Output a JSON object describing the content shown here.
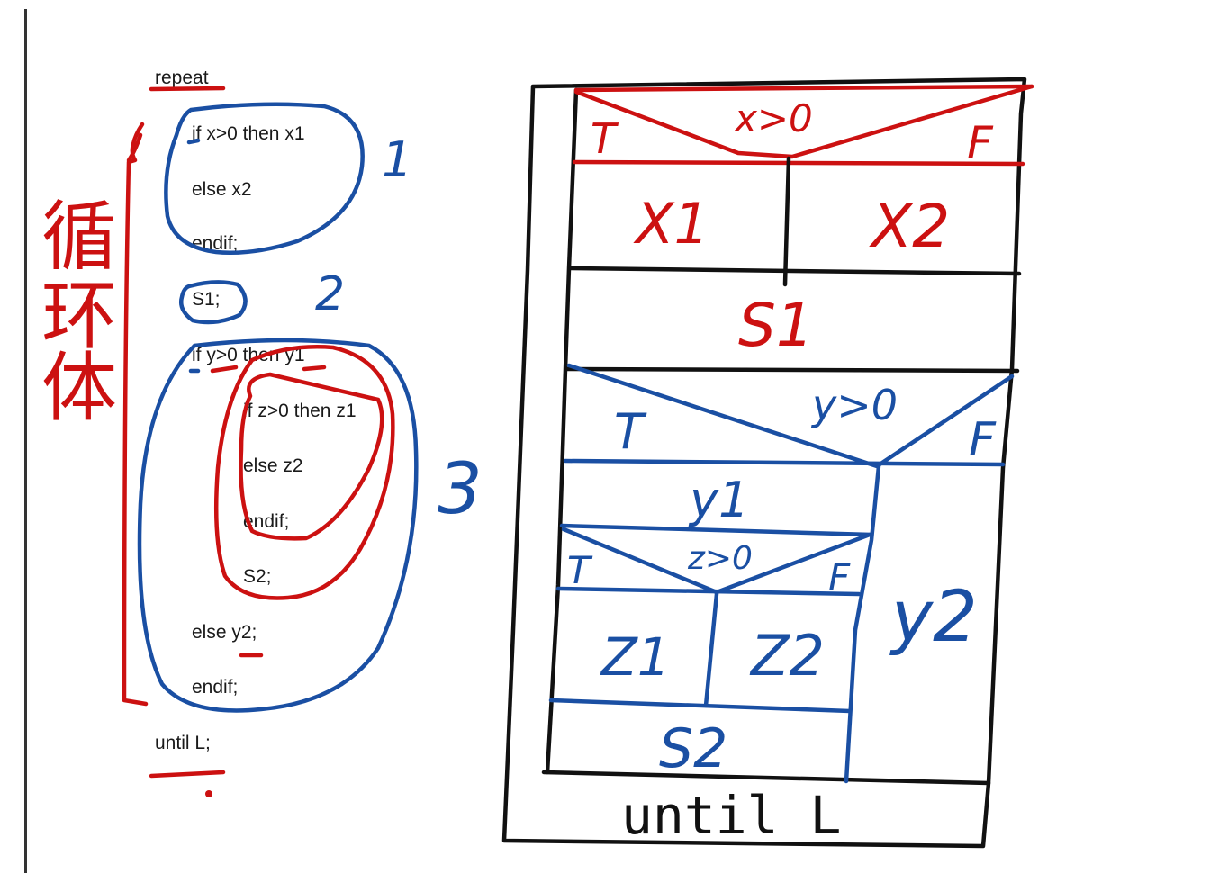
{
  "code": {
    "repeat": "repeat",
    "if_x": "if x>0 then x1",
    "else_x": "else x2",
    "endif_x": "endif;",
    "s1": "S1;",
    "if_y": "if y>0 then y1",
    "if_z": "if z>0 then z1",
    "else_z": "else z2",
    "endif_z": "endif;",
    "s2": "S2;",
    "else_y": "else y2;",
    "endif_y": "endif;",
    "until": "until L;"
  },
  "annotations": {
    "loop_body_chars": [
      "循",
      "环",
      "体"
    ],
    "num_1": "1",
    "num_2": "2",
    "num_3": "3"
  },
  "nsd": {
    "cond_x": "x>0",
    "x_true": "T",
    "x_false": "F",
    "x1": "X1",
    "x2": "X2",
    "s1": "S1",
    "cond_y": "y>0",
    "y_true": "T",
    "y_false": "F",
    "y1": "y1",
    "cond_z": "z>0",
    "z_true": "T",
    "z_false": "F",
    "z1": "Z1",
    "z2": "Z2",
    "y2": "y2",
    "s2": "S2",
    "until": "until L"
  },
  "colors": {
    "red_ink": "#cc1111",
    "blue_ink": "#1a4fa3",
    "black_ink": "#111111"
  }
}
